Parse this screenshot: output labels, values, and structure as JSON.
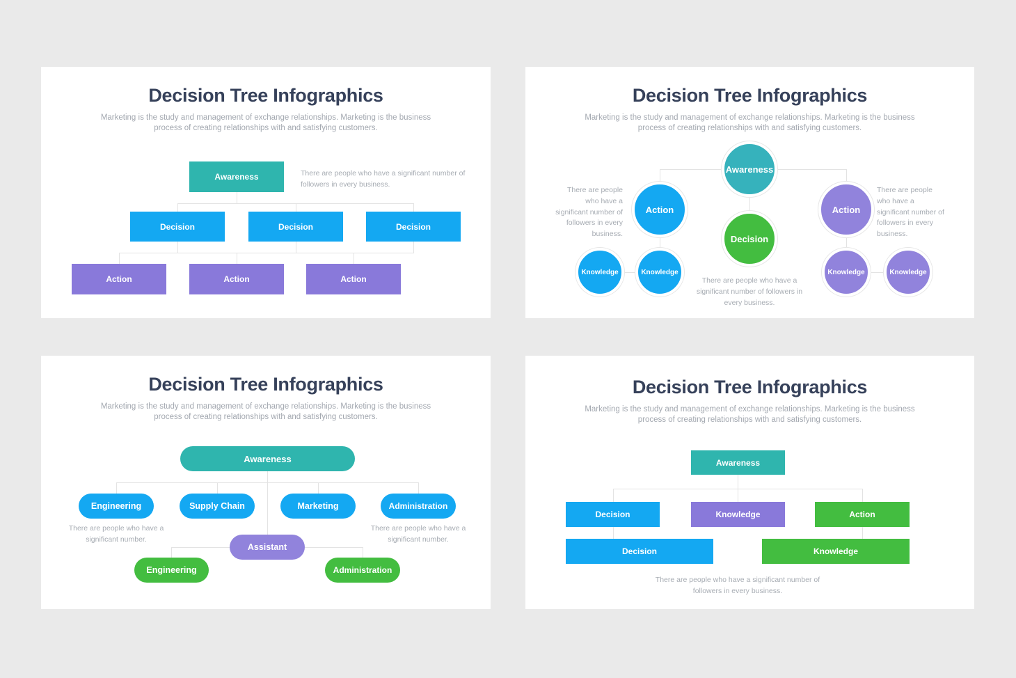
{
  "shared": {
    "title": "Decision Tree Infographics",
    "subtitle": "Marketing is the study and management of exchange relationships. Marketing is the business process of creating relationships with and satisfying customers."
  },
  "colors": {
    "page_bg": "#eaeaea",
    "panel_bg": "#ffffff",
    "heading_text": "#36415a",
    "muted_text": "#a7acb3",
    "connector_line": "#e3e3e3",
    "teal": "#2fb5ae",
    "teal_cyan": "#36b2bc",
    "blue": "#14a8f2",
    "purple": "#8979da",
    "purple_light": "#9183dc",
    "green": "#43bd40"
  },
  "panels": {
    "top_left": {
      "root": "Awareness",
      "note": "There are people who have a significant number of followers in every business.",
      "level1": [
        "Decision",
        "Decision",
        "Decision"
      ],
      "level2": [
        "Action",
        "Action",
        "Action"
      ]
    },
    "top_right": {
      "root": "Awareness",
      "branch_left": "Action",
      "branch_right": "Action",
      "center": "Decision",
      "leaves": [
        "Knowledge",
        "Knowledge",
        "Knowledge",
        "Knowledge"
      ],
      "note_left": "There are people who have a significant number of followers in every business.",
      "note_right": "There are people who have a significant number of followers in every business.",
      "note_bottom": "There are people who have a significant number of followers in every business."
    },
    "bottom_left": {
      "root": "Awareness",
      "level1": [
        "Engineering",
        "Supply Chain",
        "Marketing",
        "Administration"
      ],
      "note_left": "There are people who have a significant number.",
      "note_right": "There are people who have a significant number.",
      "mid": "Assistant",
      "level2": [
        "Engineering",
        "Administration"
      ]
    },
    "bottom_right": {
      "root": "Awareness",
      "level1": [
        "Decision",
        "Knowledge",
        "Action"
      ],
      "level2": [
        "Decision",
        "Knowledge"
      ],
      "note": "There are people who have a significant number of followers in every business."
    }
  }
}
